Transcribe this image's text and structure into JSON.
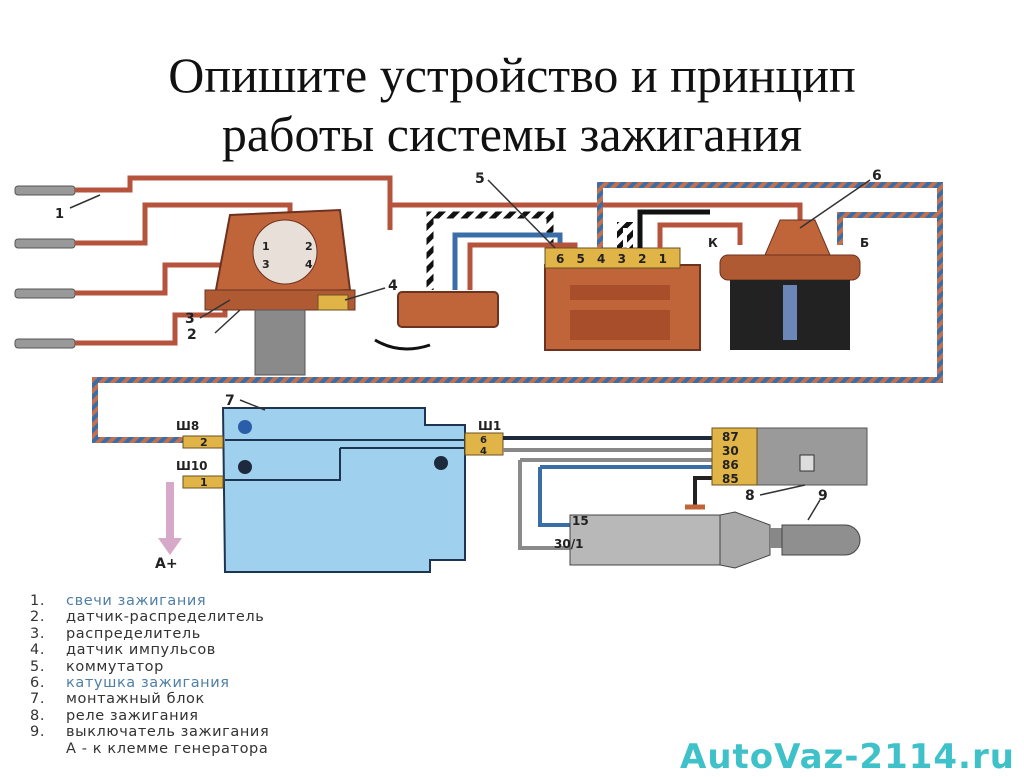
{
  "slide": {
    "title_line1": "Опишите устройство и принцип",
    "title_line2": "работы системы зажигания"
  },
  "diagram": {
    "callouts": [
      "1",
      "2",
      "3",
      "4",
      "5",
      "6",
      "7",
      "8",
      "9"
    ],
    "distributor_marks": [
      "1",
      "2",
      "3",
      "4"
    ],
    "commutator_pins": "6 5 4 3 2 1",
    "coil_terminal_k": "К",
    "coil_terminal_b": "Б",
    "block_connectors": {
      "sh8": "Ш8",
      "sh8_pin": "2",
      "sh10": "Ш10",
      "sh10_pin": "1",
      "sh1": "Ш1",
      "sh1_pin_a": "6",
      "sh1_pin_b": "4"
    },
    "relay_pins": [
      "87",
      "30",
      "86",
      "85"
    ],
    "switch_pins": [
      "15",
      "30/1"
    ],
    "generator_label": "А+",
    "colors": {
      "wire_red": "#b5533c",
      "wire_blue": "#3a6ea8",
      "block": "#9fd0ee",
      "connector": "#e0b447",
      "coil": "#c0643a",
      "grey": "#9a9a9a"
    }
  },
  "legend": [
    {
      "num": "1.",
      "text": "свечи зажигания",
      "highlight": true
    },
    {
      "num": "2.",
      "text": "датчик-распределитель"
    },
    {
      "num": "3.",
      "text": "распределитель"
    },
    {
      "num": "4.",
      "text": "датчик импульсов"
    },
    {
      "num": "5.",
      "text": "коммутатор"
    },
    {
      "num": "6.",
      "text": "катушка зажигания",
      "highlight": true
    },
    {
      "num": "7.",
      "text": "монтажный блок"
    },
    {
      "num": "8.",
      "text": "реле зажигания"
    },
    {
      "num": "9.",
      "text": "выключатель зажигания"
    },
    {
      "num": "",
      "text": "А - к клемме генератора"
    }
  ],
  "watermark": "AutoVaz-2114.ru"
}
